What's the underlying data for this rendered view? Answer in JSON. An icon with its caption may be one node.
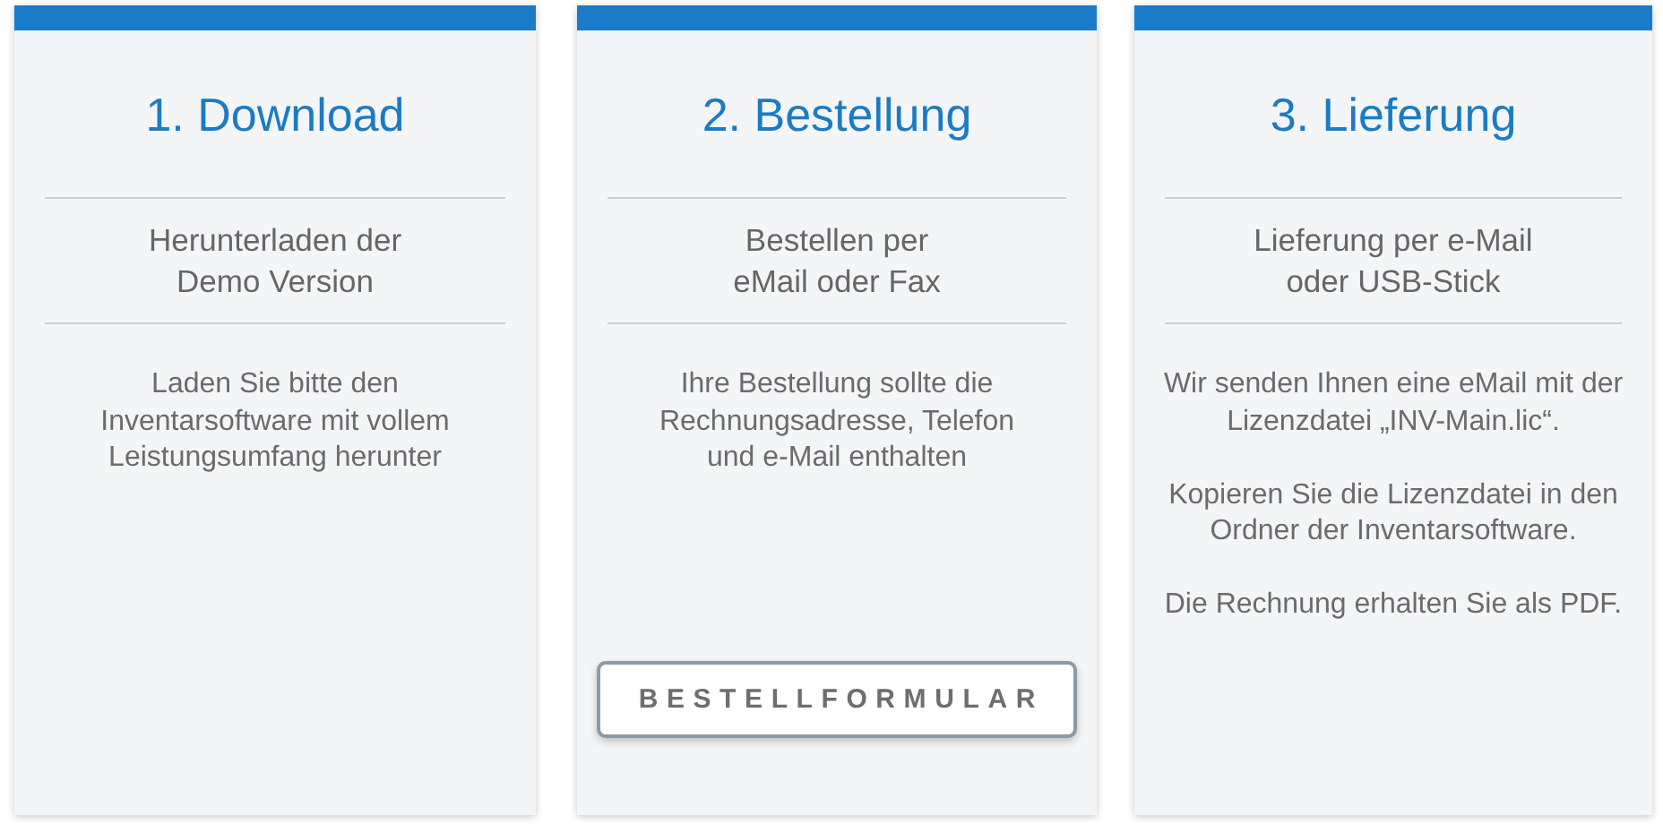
{
  "diagram": {
    "nodes": [
      {
        "text": [
          "1. Download",
          "Herunterladen der Demo Version",
          "Laden Sie bitte den Inventarsoftware mit vollem Leistungsumfang herunter"
        ]
      },
      {
        "text": [
          "2. Bestellung",
          "Bestellen per eMail oder Fax",
          "Ihre Bestellung sollte die Rechnungsadresse, Telefon und e-Mail enthalten"
        ]
      },
      {
        "text": [
          "BESTELLFORMULAR"
        ],
        "in": 1
      },
      {
        "text": [
          "3. Lieferung",
          "Lieferung per e-Mail oder USB-Stick",
          "Wir senden Ihnen eine eMail mit der Lizenzdatei „INV-Main.lic“.",
          "Kopieren Sie die Lizenzdatei in den Ordner der Inventarsoftware.",
          "Die Rechnung erhalten Sie als PDF."
        ]
      }
    ]
  }
}
